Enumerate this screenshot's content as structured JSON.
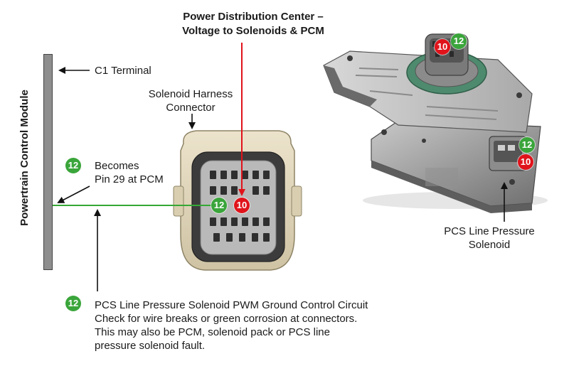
{
  "title": {
    "line1": "Power Distribution Center –",
    "line2": "Voltage to Solenoids & PCM"
  },
  "pcm_label": "Powertrain Control Module",
  "c1_terminal": "C1 Terminal",
  "harness_label": {
    "line1": "Solenoid Harness",
    "line2": "Connector"
  },
  "becomes": {
    "badge": "12",
    "line1": "Becomes",
    "line2": "Pin 29 at PCM"
  },
  "connector_badges": {
    "green": "12",
    "red": "10"
  },
  "pack_badges": {
    "top_red": "10",
    "top_green": "12",
    "side_green": "12",
    "side_red": "10"
  },
  "solenoid_label": {
    "line1": "PCS Line Pressure",
    "line2": "Solenoid"
  },
  "note": {
    "badge": "12",
    "line1": "PCS Line Pressure Solenoid PWM Ground Control Circuit",
    "line2": "Check for wire breaks or green corrosion at connectors.",
    "line3": "This may also be PCM, solenoid pack or PCS line",
    "line4": "pressure solenoid fault."
  },
  "colors": {
    "green": "#3aa53a",
    "red": "#e0131b",
    "wire_green": "#35a835",
    "wire_red": "#e0131b"
  }
}
